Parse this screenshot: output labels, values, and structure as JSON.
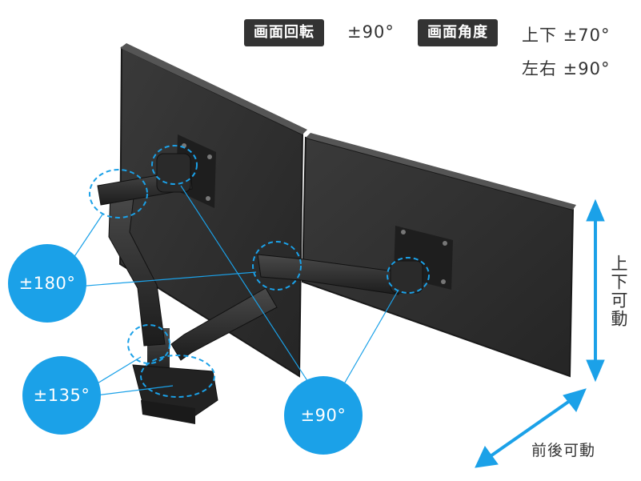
{
  "specs": {
    "rotation": {
      "tag": "画面回転",
      "value": "±90°"
    },
    "angle": {
      "tag": "画面角度",
      "value_vertical": "上下 ±70°",
      "value_horizontal": "左右 ±90°"
    }
  },
  "badges": {
    "arm_joint": "±180°",
    "base": "±135°",
    "head": "±90°"
  },
  "arrows": {
    "vertical": "上下可動",
    "depth": "前後可動"
  },
  "colors": {
    "accent": "#1ba1e8",
    "tag_bg": "#333333",
    "monitor": "#2b2b2b"
  }
}
